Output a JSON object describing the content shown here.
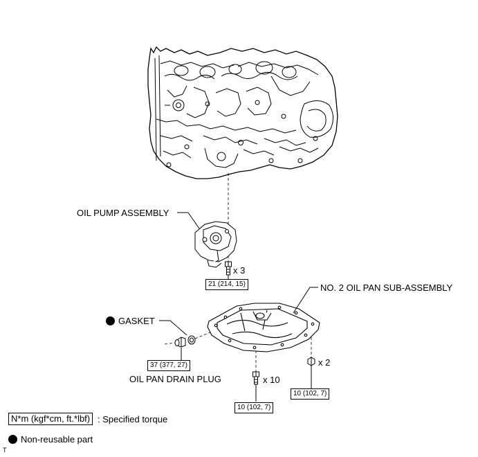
{
  "labels": {
    "oil_pump_assembly": "OIL PUMP ASSEMBLY",
    "no2_oil_pan": "NO. 2 OIL PAN SUB-ASSEMBLY",
    "gasket": "GASKET",
    "oil_pan_drain_plug": "OIL PAN DRAIN PLUG"
  },
  "torques": {
    "oil_pump_bolt": "21 (214, 15)",
    "drain_plug": "37 (377, 27)",
    "pan_bolt_center": "10 (102, 7)",
    "pan_bolt_right": "10 (102, 7)"
  },
  "quantities": {
    "oil_pump_bolt": "x 3",
    "pan_bolt_center": "x 10",
    "pan_bolt_right": "x 2"
  },
  "legend": {
    "torque_units": "N*m (kgf*cm, ft.*lbf)",
    "torque_desc": ": Specified torque",
    "non_reusable": "Non-reusable part"
  },
  "corner_mark": "T"
}
